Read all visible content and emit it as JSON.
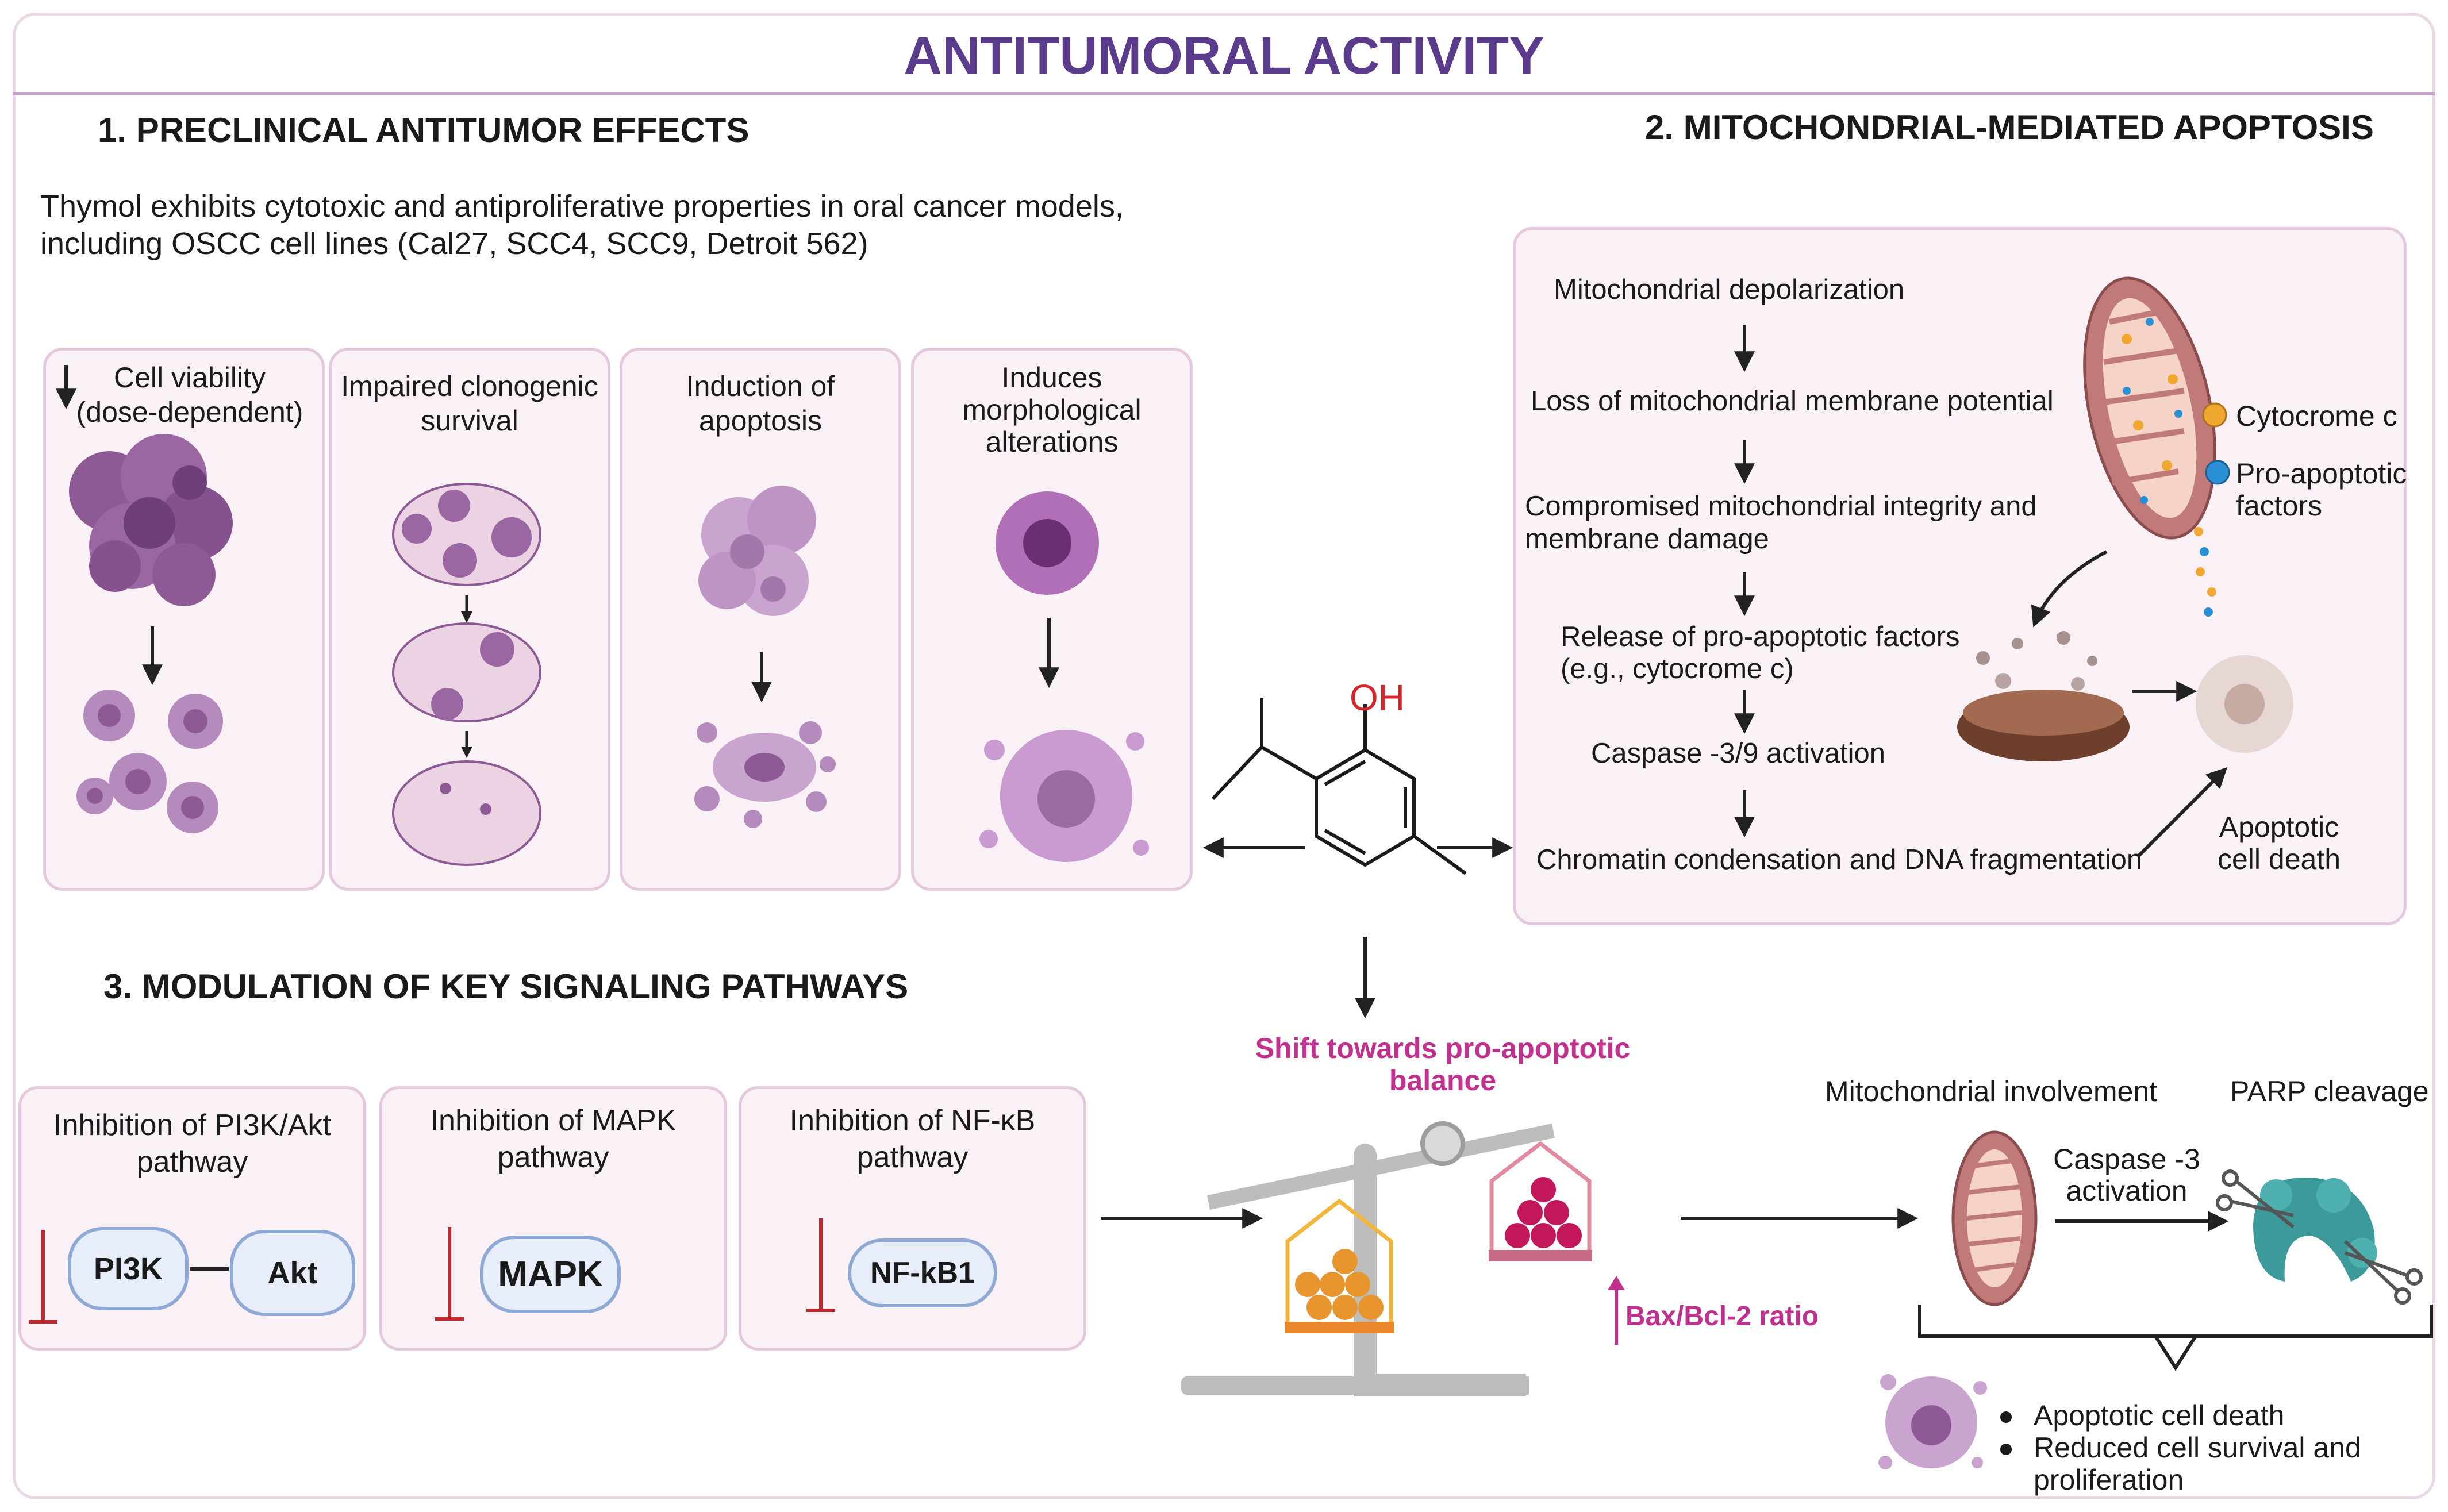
{
  "title": "ANTITUMORAL ACTIVITY",
  "section1": {
    "heading": "1.  PRECLINICAL ANTITUMOR EFFECTS",
    "description_line1": "Thymol exhibits cytotoxic and antiproliferative properties in oral cancer models,",
    "description_line2": "including OSCC cell lines (Cal27, SCC4, SCC9, Detroit 562)",
    "panels": [
      {
        "line1": "Cell viability",
        "line2": "(dose-dependent)"
      },
      {
        "line1": "Impaired clonogenic",
        "line2": "survival"
      },
      {
        "line1": "Induction of",
        "line2": "apoptosis"
      },
      {
        "line1": "Induces",
        "line2": "morphological",
        "line3": "alterations"
      }
    ]
  },
  "section2": {
    "heading": "2. MITOCHONDRIAL-MEDIATED APOPTOSIS",
    "steps": [
      {
        "line1": "Mitochondrial depolarization"
      },
      {
        "line1": "Loss of mitochondrial membrane potential"
      },
      {
        "line1": "Compromised mitochondrial integrity and",
        "line2": "membrane damage"
      },
      {
        "line1": "Release of pro-apoptotic factors",
        "line2": "(e.g., cytocrome c)"
      },
      {
        "line1": "Caspase -3/9 activation"
      },
      {
        "line1": "Chromatin condensation and DNA fragmentation"
      }
    ],
    "legend": {
      "cytochrome": "Cytocrome c",
      "proapoptotic_line1": "Pro-apoptotic",
      "proapoptotic_line2": "factors"
    },
    "apoptotic_line1": "Apoptotic",
    "apoptotic_line2": "cell death"
  },
  "molecule": {
    "oh_label": "OH"
  },
  "section3": {
    "heading": "3. MODULATION OF KEY SIGNALING PATHWAYS",
    "pathways": [
      {
        "line1": "Inhibition of PI3K/Akt",
        "line2": "pathway"
      },
      {
        "line1": "Inhibition of MAPK",
        "line2": "pathway"
      },
      {
        "line1": "Inhibition of NF-κB",
        "line2": "pathway"
      }
    ],
    "pills": {
      "pi3k": "PI3K",
      "akt": "Akt",
      "mapk": "MAPK",
      "nfkb": "NF-kB1"
    }
  },
  "balance": {
    "shift_line1": "Shift towards pro-apoptotic",
    "shift_line2": "balance",
    "ratio": "Bax/Bcl-2 ratio"
  },
  "outcome": {
    "mito": "Mitochondrial involvement",
    "parp": "PARP cleavage",
    "caspase_line1": "Caspase -3",
    "caspase_line2": "activation",
    "bullet1": "Apoptotic cell death",
    "bullet2_line1": "Reduced cell survival and",
    "bullet2_line2": "proliferation"
  },
  "colors": {
    "title": "#5b3c8c",
    "magenta": "#c2308e",
    "panel_border": "#e4c9de",
    "panel_fill": "#faf1f6",
    "inhibit_red": "#c0282d",
    "pill_border": "#8fa9d6",
    "cell_purple": "#9c6aa6"
  }
}
